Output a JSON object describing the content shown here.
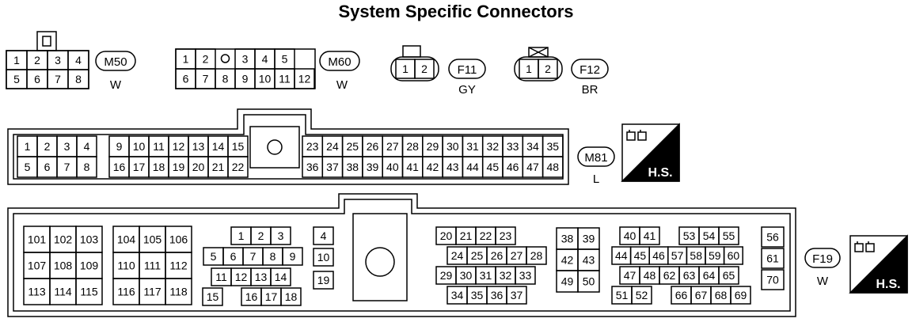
{
  "title": "System Specific Connectors",
  "connectors": [
    {
      "id": "M50",
      "color": "W",
      "rows": [
        [
          "1",
          "2",
          "3",
          "4"
        ],
        [
          "5",
          "6",
          "7",
          "8"
        ]
      ]
    },
    {
      "id": "M60",
      "color": "W",
      "rows": [
        [
          "1",
          "2",
          "",
          "3",
          "4",
          "5"
        ],
        [
          "6",
          "7",
          "8",
          "9",
          "10",
          "11",
          "12"
        ]
      ]
    },
    {
      "id": "F11",
      "color": "GY",
      "rows": [
        [
          "1",
          "2"
        ]
      ]
    },
    {
      "id": "F12",
      "color": "BR",
      "rows": [
        [
          "1",
          "2"
        ]
      ]
    },
    {
      "id": "M81",
      "color": "L",
      "badge": "H.S.",
      "left_rows": [
        [
          "1",
          "2",
          "3",
          "4"
        ],
        [
          "5",
          "6",
          "7",
          "8"
        ]
      ],
      "mid_rows": [
        [
          "9",
          "10",
          "11",
          "12",
          "13",
          "14",
          "15"
        ],
        [
          "16",
          "17",
          "18",
          "19",
          "20",
          "21",
          "22"
        ]
      ],
      "right_rows": [
        [
          "23",
          "24",
          "25",
          "26",
          "27",
          "28",
          "29",
          "30",
          "31",
          "32",
          "33",
          "34",
          "35"
        ],
        [
          "36",
          "37",
          "38",
          "39",
          "40",
          "41",
          "42",
          "43",
          "44",
          "45",
          "46",
          "47",
          "48"
        ]
      ]
    },
    {
      "id": "F19",
      "color": "W",
      "badge": "H.S.",
      "g1": [
        [
          "101",
          "102",
          "103"
        ],
        [
          "107",
          "108",
          "109"
        ],
        [
          "113",
          "114",
          "115"
        ]
      ],
      "g2": [
        [
          "104",
          "105",
          "106"
        ],
        [
          "110",
          "111",
          "112"
        ],
        [
          "116",
          "117",
          "118"
        ]
      ],
      "g3": [
        "1",
        "2",
        "3",
        "5",
        "6",
        "7",
        "8",
        "9",
        "11",
        "12",
        "13",
        "14",
        "15",
        "16",
        "17",
        "18"
      ],
      "g4": [
        "4",
        "10",
        "19"
      ],
      "g5": [
        "20",
        "21",
        "22",
        "23",
        "24",
        "25",
        "26",
        "27",
        "28",
        "29",
        "30",
        "31",
        "32",
        "33",
        "34",
        "35",
        "36",
        "37"
      ],
      "g6": [
        "38",
        "39",
        "42",
        "43",
        "49",
        "50"
      ],
      "g7": [
        "40",
        "41",
        "53",
        "54",
        "55",
        "44",
        "45",
        "46",
        "57",
        "58",
        "59",
        "60",
        "47",
        "48",
        "62",
        "63",
        "64",
        "65",
        "51",
        "52",
        "66",
        "67",
        "68",
        "69"
      ],
      "g8": [
        "56",
        "61",
        "70"
      ]
    }
  ]
}
